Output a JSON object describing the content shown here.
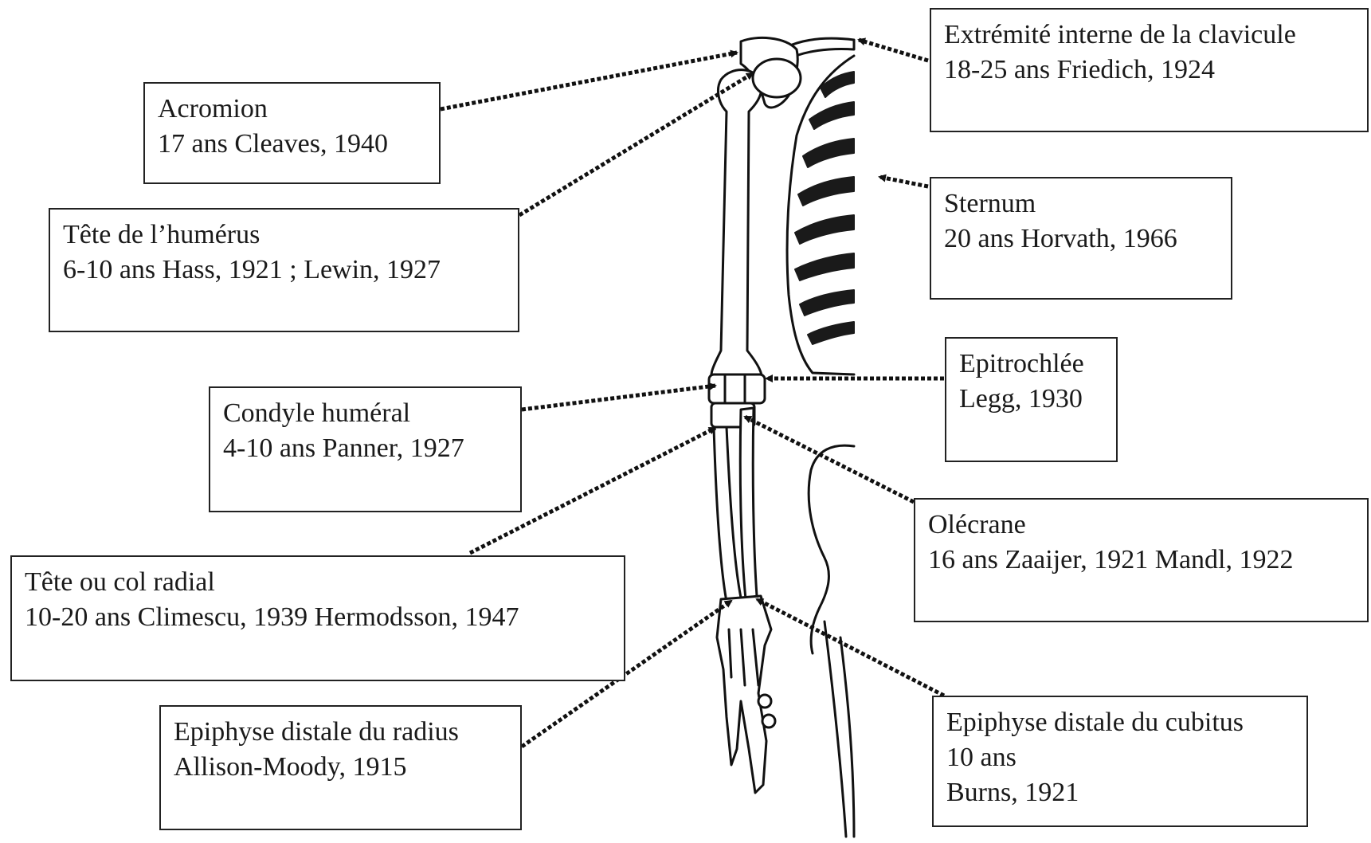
{
  "labels": {
    "acromion": {
      "name": "Acromion",
      "line2": "17 ans Cleaves, 1940"
    },
    "tete_humerus": {
      "name": "Tête de l’humérus",
      "line2": "6-10 ans Hass, 1921 ; Lewin, 1927"
    },
    "condyle_humeral": {
      "name": "Condyle huméral",
      "line2": "4-10 ans Panner, 1927"
    },
    "tete_col_radial": {
      "name": "Tête ou col radial",
      "line2": "10-20 ans Climescu, 1939 Hermodsson, 1947"
    },
    "epiphyse_radius": {
      "name": "Epiphyse distale du radius",
      "line2": "Allison-Moody, 1915"
    },
    "clavicule": {
      "name": "Extrémité interne de la clavicule",
      "line2": "18-25 ans Friedich, 1924"
    },
    "sternum": {
      "name": "Sternum",
      "line2": "20 ans Horvath, 1966"
    },
    "epitrochlee": {
      "name": "Epitrochlée",
      "line2": "Legg, 1930"
    },
    "olecrane": {
      "name": "Olécrane",
      "line2": "16 ans Zaaijer, 1921 Mandl, 1922"
    },
    "epiphyse_cubitus": {
      "name": "Epiphyse distale du cubitus",
      "line2": "10 ans",
      "line3": "Burns, 1921"
    }
  },
  "colors": {
    "ink": "#1a1a1a",
    "border": "#222222",
    "background": "#ffffff"
  }
}
